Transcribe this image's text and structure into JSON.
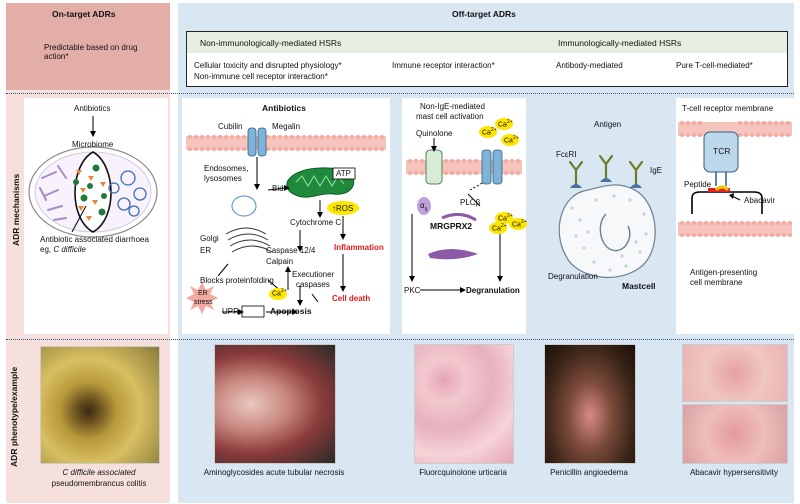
{
  "header": {
    "on_target_title": "On-target ADRs",
    "on_target_desc": "Predictable based on drug action*",
    "off_target_title": "Off-target ADRs",
    "non_immuno": "Non-immunologically-mediated  HSRs",
    "immuno": "Immunologically-mediated HSRs",
    "cell_tox": "Cellular toxicity and disrupted physiology*",
    "non_immune_rec": "Non-immune cell receptor interaction*",
    "immune_rec": "Immune receptor interaction*",
    "antibody": "Antibody-mediated",
    "tcell": "Pure T-cell-mediated*"
  },
  "row_labels": {
    "mechanisms": "ADR mechanisms",
    "phenotype": "ADR phenotype/example"
  },
  "mech1": {
    "antibiotics": "Antibiotics",
    "microbiome": "Microbiome",
    "caption": "Antibiotic associated diarrhoea",
    "caption2_prefix": "eg, ",
    "caption2_italic": "C difficile"
  },
  "mech2": {
    "antibiotics": "Antibiotics",
    "cubilin": "Cubilin",
    "megalin": "Megalin",
    "endosomes": "Endosomes,",
    "lysosomes": "lysosomes",
    "bid": "Bid",
    "atp": "ATP",
    "cytochrome": "Cytochrome C",
    "ros": "↑ROS",
    "golgi": "Golgi",
    "er": "ER",
    "caspase": "Caspase 12/4",
    "calpain": "Calpain",
    "inflammation": "Inflammation",
    "blocks": "Blocks proteinfolding",
    "exec1": "Executioner",
    "exec2": "caspases",
    "cell_death": "Cell death",
    "er_stress1": "ER",
    "er_stress2": "stress",
    "ca": "Ca",
    "ca_sup": "2+",
    "upr": "UPR",
    "apoptosis": "Apoptosis"
  },
  "mech3": {
    "title1": "Non-IgE-mediated",
    "title2": "mast cell activation",
    "quinolone": "Quinolone",
    "ca": "Ca",
    "ca_sup": "2+",
    "alpha": "α",
    "alpha_sub": "q",
    "plcb": "PLCβ",
    "mrgprx2": "MRGPRX2",
    "pkc": "PKC",
    "degranulation": "Degranulation"
  },
  "mech4": {
    "antigen": "Antigen",
    "fceri": "FcεRI",
    "ige": "IgE",
    "degranulation": "Degranulation",
    "mastcell": "Mastcell"
  },
  "mech5": {
    "tcr_membrane": "T-cell receptor membrane",
    "tcr": "TCR",
    "peptide": "Peptide",
    "abacavir": "Abacavir",
    "apc1": "Antigen-presenting",
    "apc2": "cell membrane"
  },
  "phenotypes": {
    "p1_line1": "C difficile associated",
    "p1_line2": "pseudomembrancus colitis",
    "p2": "Aminoglycosides acute tubular necrosis",
    "p3": "Fluorcquinolone urticaria",
    "p4": "Penicillin angioedema",
    "p5": "Abacavir hypersensitivity"
  },
  "colors": {
    "on_target_bg": "#e8b8b2",
    "on_target_col": "#f6e0dd",
    "off_target_bg": "#d7e6f2",
    "panel_bg": "#eef4fa",
    "red_text": "#e01b1b",
    "membrane": "#f2a9a0",
    "green": "#3d9a4a"
  }
}
